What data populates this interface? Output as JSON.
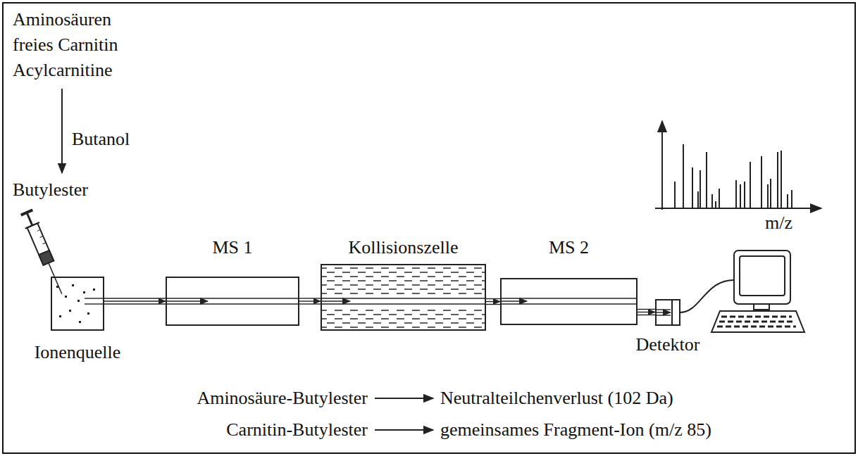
{
  "diagram": {
    "nodes": [
      {
        "text": [
          "Aminosäuren freies Carnitin Acylcarnitine"
        ]
      },
      {
        "text": [
          "Butylester"
        ]
      },
      {
        "text": [
          "Ionenquelle"
        ]
      },
      {
        "text": [
          "MS 1"
        ]
      },
      {
        "text": [
          "Kollisionszelle"
        ]
      },
      {
        "text": [
          "MS 2"
        ]
      },
      {
        "text": [
          "Detektor"
        ]
      },
      {
        "text": [
          "Aminosäure-Butylester"
        ]
      },
      {
        "text": [
          "Neutralteilchenverlust (102 Da)"
        ]
      },
      {
        "text": [
          "Carnitin-Butylester"
        ]
      },
      {
        "text": [
          "gemeinsames Fragment-Ion (m/z 85)"
        ]
      }
    ],
    "edges": [
      {
        "from": 0,
        "to": 1,
        "label": "Butanol",
        "arrow": "to"
      },
      {
        "from": 2,
        "to": 3,
        "arrow": "to"
      },
      {
        "from": 3,
        "to": 4,
        "arrow": "to"
      },
      {
        "from": 4,
        "to": 5,
        "arrow": "to"
      },
      {
        "from": 5,
        "to": 6,
        "arrow": "to"
      },
      {
        "from": 7,
        "to": 8,
        "arrow": "to"
      },
      {
        "from": 9,
        "to": 10,
        "arrow": "to"
      }
    ],
    "labels": [
      "m/z"
    ]
  }
}
